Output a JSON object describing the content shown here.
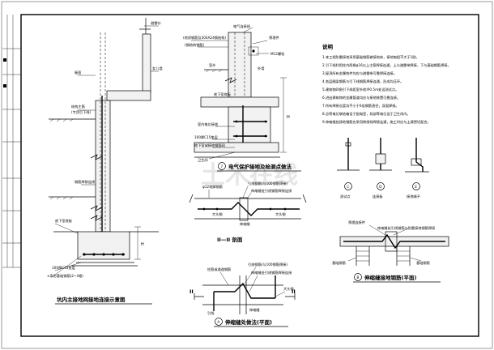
{
  "watermark": {
    "text": "土木在线"
  },
  "fig1": {
    "title": "坑内主接地网接地连接示意图",
    "labels": {
      "l1": "避雷针",
      "l2": "女儿墙",
      "l3": "屋面",
      "l4": "结构主筋",
      "l5": "(专用引下线)",
      "l6": "钢筋焊接连接",
      "l7": "底下室底板",
      "l8": "100厚C15垫层",
      "l9": "±条形基础钢筋(2~4根)"
    }
  },
  "fig2": {
    "title": "电气保护接地及检测点做法",
    "circle": "7",
    "labels": {
      "a1": "(地质钢筋及304A24钢结构)",
      "a2": "(钢结构钢筋)",
      "a3": "电气连接线",
      "a4": "预埋件",
      "a5": "M12螺栓",
      "a6": "外墙",
      "a7": "室外",
      "a8": "底下室底板",
      "a9": "室内电位接地",
      "a10": "100厚C15垫层",
      "a11": "地下室或接地钢筋网",
      "a12": "卫生间"
    }
  },
  "fig3": {
    "title": "II—II 剖面",
    "labels": {
      "b1": "φ12地脚钢筋",
      "b2": "引线钢筋(与100钢筋焊接)",
      "b3": "伸缩缝处引线钢筋焊接连接",
      "b4": "大头钢",
      "b5": "大头钢",
      "b6": "伸缩缝"
    }
  },
  "fig4": {
    "title": "伸缩缝处做法(平面)",
    "circle": "A",
    "labels": {
      "c1": "柱筋或道道钢筋",
      "c2": "引线钢筋(与100钢筋焊接)",
      "c3": "伸缩缝处引线钢筋焊接连接",
      "c4": "大头钢",
      "c5": "伸缩缝",
      "c6": "引线",
      "sec": "II"
    }
  },
  "notes": {
    "heading": "说明",
    "lines": [
      "1.本工程防雷接地采用基础钢筋做接地体，接地电阻不大于1欧。",
      "2.引下线利用柱内两根φ16以上主筋焊接连通，上与避雷带焊接，下与基础钢筋焊接。",
      "3.屋顶所有金属构件均应与避雷带可靠焊接连接。",
      "4.各层圈梁钢筋与引下线钢筋焊接连通，形成均压环。",
      "5.建筑物四角引下线距室外地坪0.5m处设测试点。",
      "6.进出建筑物的金属管道均应与接地装置可靠连接。",
      "7.所有焊接长度均不小于6倍钢筋直径，双面焊接。",
      "8.总等电位联结箱设于配电室，局部等电位设于卫生间内。",
      "9.伸缩缝处接地钢筋应采用跨接线焊接连通，施工时应与土建密切配合。"
    ]
  },
  "details": {
    "d1": {
      "circle": "C",
      "label": "测试点"
    },
    "d2": {
      "circle": "D",
      "label": "连接板"
    },
    "d3": {
      "circle": "E",
      "label": "接地端子"
    }
  },
  "fig5": {
    "title": "伸缩缝接地钢筋(平面)",
    "circle": "B",
    "labels": {
      "e1": "预埋连接件",
      "e2": "伸缩缝处引线钢筋与防雷接地钢筋焊接",
      "e3": "基础钢筋",
      "e4": "基础钢筋"
    }
  },
  "dim": {
    "H": "H"
  }
}
